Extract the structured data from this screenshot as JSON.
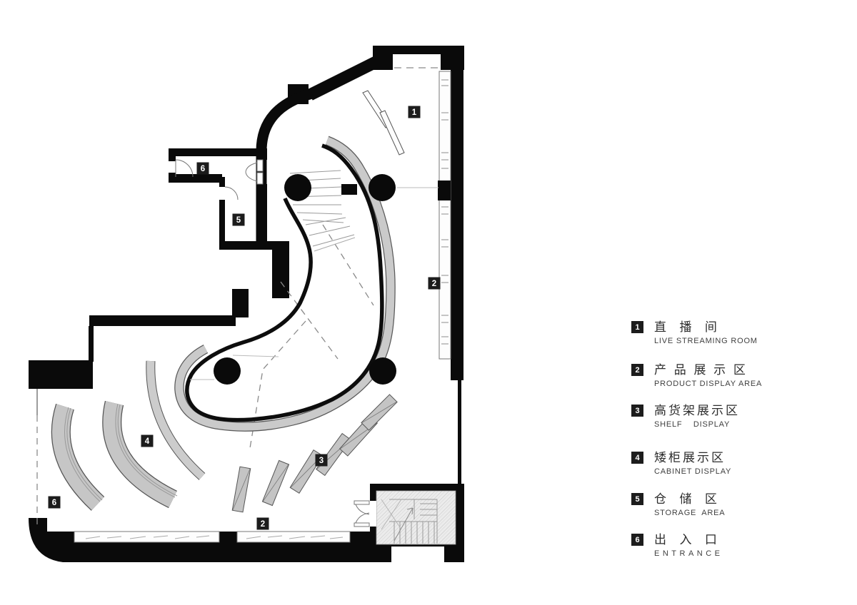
{
  "page": {
    "background": "#ffffff",
    "kind": "architectural floor plan with legend"
  },
  "plan": {
    "type": "floor-plan",
    "markers": [
      {
        "n": "1"
      },
      {
        "n": "6"
      },
      {
        "n": "5"
      },
      {
        "n": "2"
      },
      {
        "n": "4"
      },
      {
        "n": "3"
      },
      {
        "n": "2"
      },
      {
        "n": "6"
      }
    ],
    "colors": {
      "wall": "#000000",
      "shelf_fill": "#c6c6c6",
      "shelf_stroke": "#555555",
      "curved_band": "#cacaca",
      "hatch_bg": "#ececec",
      "dashed_line": "#8a8a8a"
    }
  },
  "legend": {
    "items": [
      {
        "num": "1",
        "cn": "直  播  间",
        "en": "LIVE STREAMING ROOM"
      },
      {
        "num": "2",
        "cn": "产 品 展 示 区",
        "en": "PRODUCT DISPLAY AREA"
      },
      {
        "num": "3",
        "cn": "高货架展示区",
        "en": "SHELF    DISPLAY"
      },
      {
        "num": "4",
        "cn": "矮柜展示区",
        "en": "CABINET DISPLAY"
      },
      {
        "num": "5",
        "cn": "仓  储  区",
        "en": "STORAGE  AREA"
      },
      {
        "num": "6",
        "cn": "出  入  口",
        "en": "ENTRANCE"
      }
    ]
  }
}
